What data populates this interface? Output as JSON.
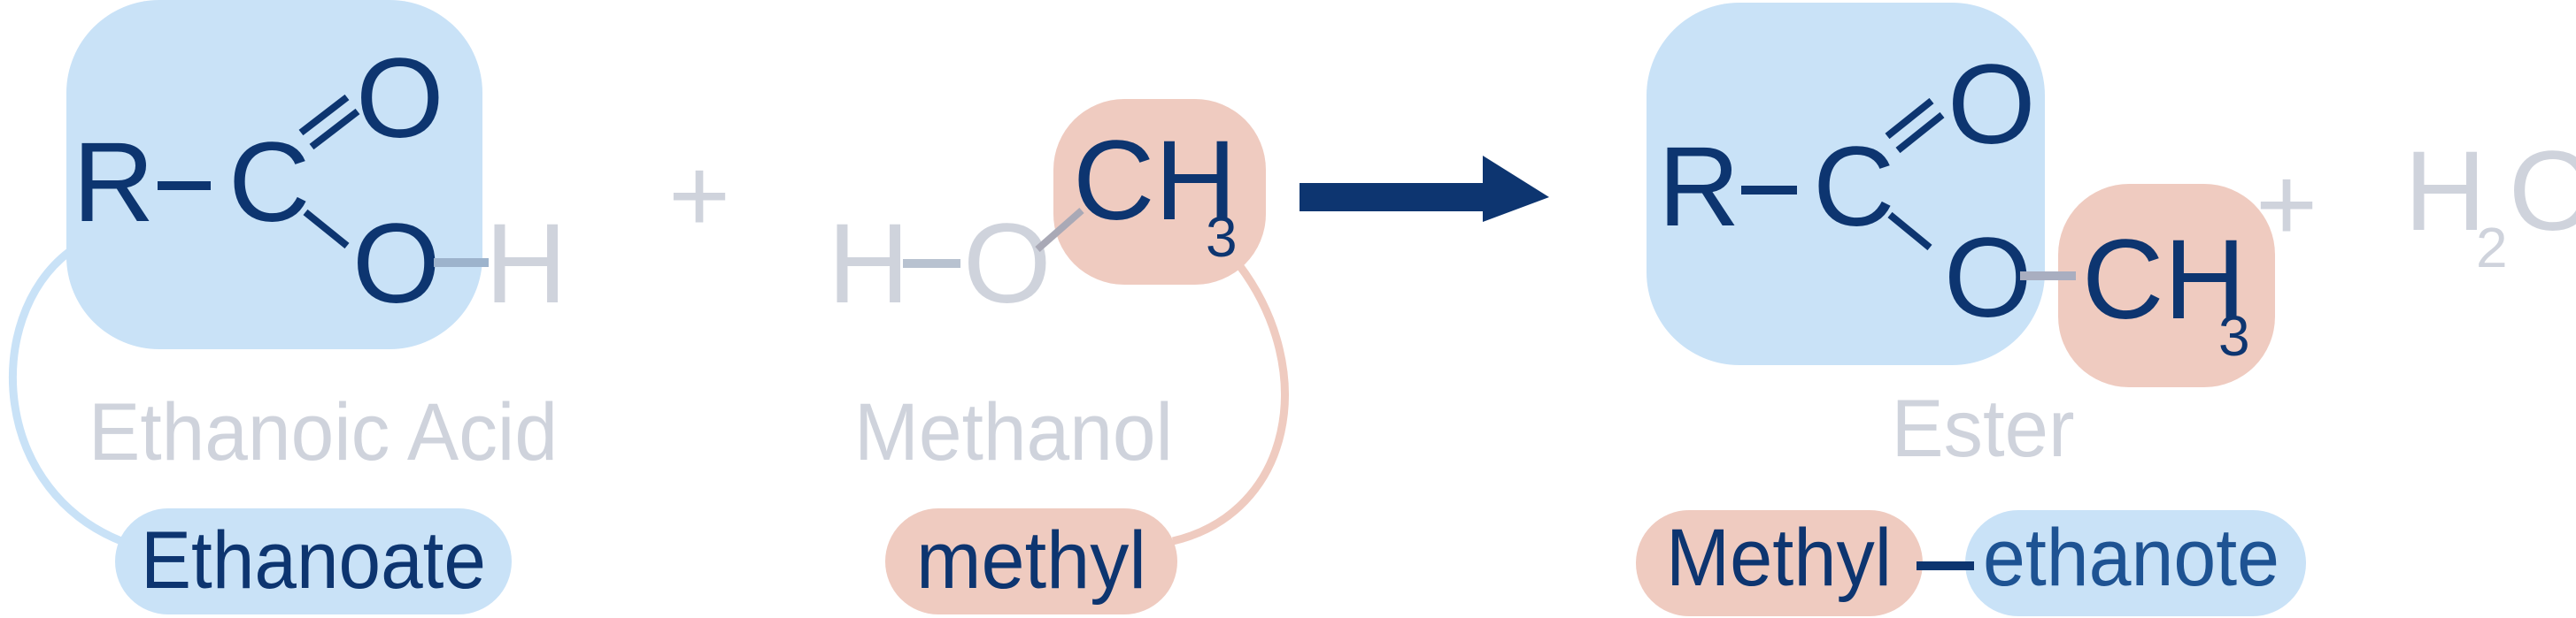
{
  "colors": {
    "acid_highlight": "#c9e2f7",
    "alcohol_highlight": "#efcbc0",
    "dark_text": "#0d3570",
    "muted_text": "#cfd3dc",
    "ethanote_text": "#1e5393"
  },
  "reactant_acid": {
    "atoms": {
      "r": "R",
      "c": "C",
      "o_double": "O",
      "o_single": "O",
      "h": "H"
    },
    "name": "Ethanoic Acid",
    "part_name": "Ethanoate"
  },
  "plus_1": "+",
  "reactant_alcohol": {
    "atoms": {
      "h": "H",
      "o": "O",
      "ch": "CH",
      "sub": "3"
    },
    "name": "Methanol",
    "part_name": "methyl"
  },
  "arrow": "right-arrow-icon",
  "product_ester": {
    "atoms": {
      "r": "R",
      "c": "C",
      "o_double": "O",
      "o_single": "O",
      "ch": "CH",
      "sub": "3"
    },
    "name": "Ester",
    "name_part_1": "Methyl",
    "name_part_2": "ethanote"
  },
  "plus_2": "+",
  "product_water": {
    "h": "H",
    "sub": "2",
    "o": "O"
  }
}
